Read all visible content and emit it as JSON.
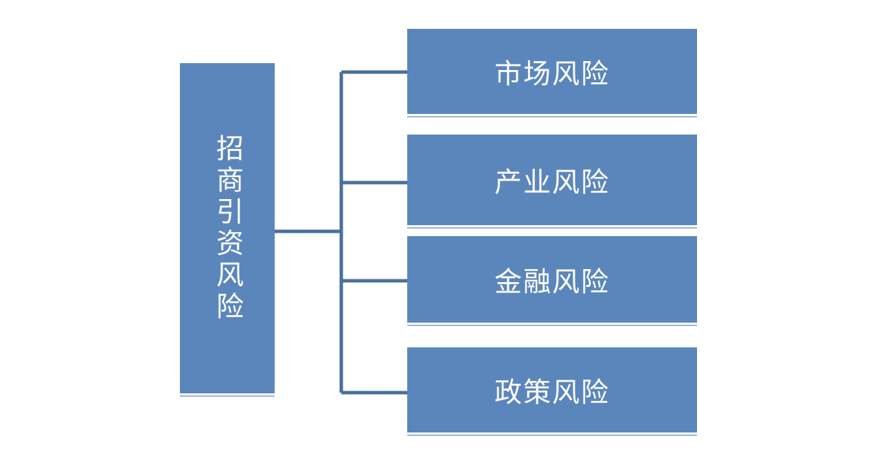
{
  "diagram": {
    "root": {
      "label": "招商引资风险"
    },
    "children": [
      {
        "label": "市场风险"
      },
      {
        "label": "产业风险"
      },
      {
        "label": "金融风险"
      },
      {
        "label": "政策风险"
      }
    ]
  },
  "colors": {
    "box_fill": "#5b86bb",
    "connector": "#4a6f9c",
    "text": "#ffffff",
    "background": "#ffffff"
  }
}
